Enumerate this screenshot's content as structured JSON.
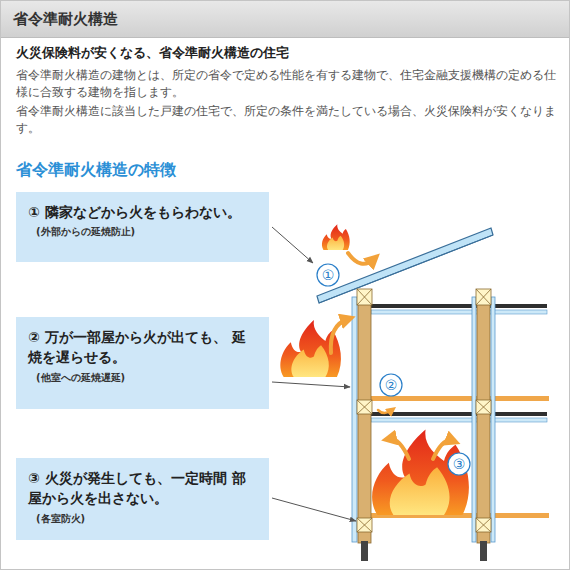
{
  "diagram": {
    "title": "省令準耐火構造",
    "nodes": [
      {
        "text": [
          "① 隣家などから火をもらわない。",
          "(外部からの延焼防止)"
        ]
      },
      {
        "text": [
          "② 万が一部屋から火が出ても、 延焼を遅らせる。",
          "(他室への延焼遅延)"
        ]
      },
      {
        "text": [
          "③ 火災が発生しても、一定時間 部屋から火を出さない。",
          "(各室防火)"
        ]
      }
    ],
    "labels": [
      "火災保険料が安くなる、省令準耐火構造の住宅",
      "省令準耐火構造の建物とは、所定の省令で定める性能を有する建物で、住宅金融支援機構の定める仕様に合致する建物を指します。",
      "省令準耐火構造に該当した戸建の住宅で、所定の条件を満たしている場合、火災保険料が安くなります。",
      "省令準耐火構造の特徴",
      "①",
      "②",
      "③"
    ]
  }
}
